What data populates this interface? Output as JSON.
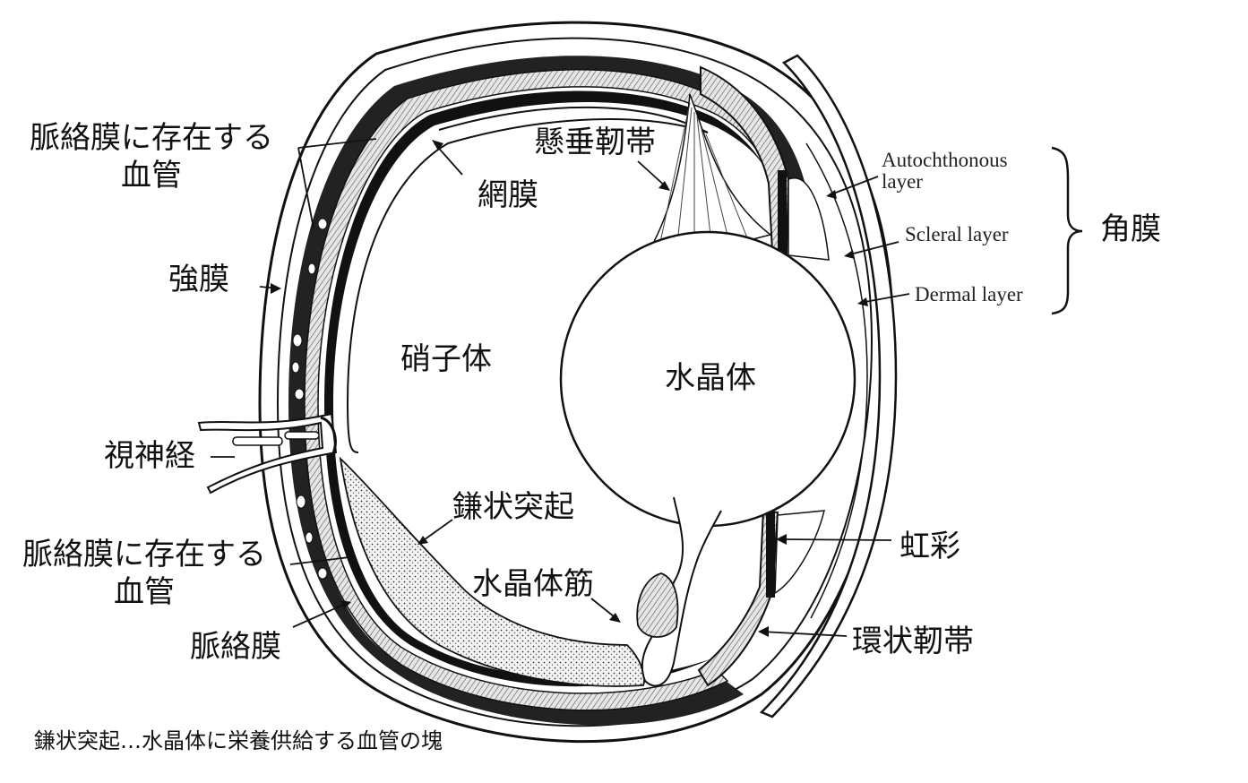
{
  "labels": {
    "choroid_vessels_top_1": "脈絡膜に存在する",
    "choroid_vessels_top_2": "血管",
    "retina": "網膜",
    "zonule": "懸垂靭帯",
    "sclera": "強膜",
    "vitreous": "硝子体",
    "lens": "水晶体",
    "optic_nerve": "視神経",
    "falciform_process": "鎌状突起",
    "choroid_vessels_bottom_1": "脈絡膜に存在する",
    "choroid_vessels_bottom_2": "血管",
    "lens_muscle": "水晶体筋",
    "choroid": "脈絡膜",
    "iris": "虹彩",
    "annular_ligament": "環状靭帯",
    "cornea": "角膜"
  },
  "cornea_layers": {
    "autochthonous_1": "Autochthonous",
    "autochthonous_2": "layer",
    "scleral": "Scleral layer",
    "dermal": "Dermal layer"
  },
  "footnote": "鎌状突起…水晶体に栄養供給する血管の塊"
}
